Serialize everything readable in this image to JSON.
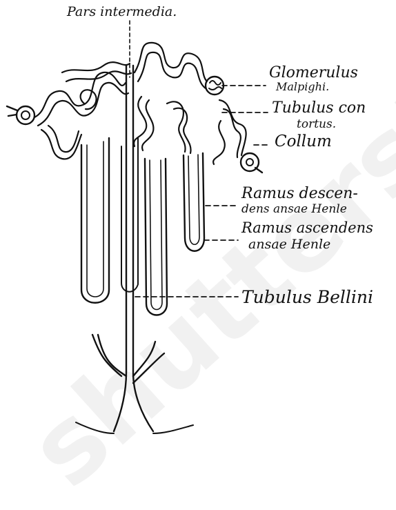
{
  "labels": {
    "pars_intermedia": "Pars intermedia.",
    "glomerulus": "Glomerulus",
    "malpighi": "Malpighi.",
    "tubulus_con": "Tubulus con",
    "tortus": "tortus.",
    "collum": "Collum",
    "ramus_desc_1": "Ramus descen-",
    "ramus_desc_2": "dens ansae Henle",
    "ramus_asc_1": "Ramus ascendens",
    "ramus_asc_2": "ansae Henle",
    "tubulus_bellini": "Tubulus Bellini"
  },
  "colors": {
    "ink": "#111111",
    "background": "#ffffff"
  },
  "watermark": "shutterstock"
}
